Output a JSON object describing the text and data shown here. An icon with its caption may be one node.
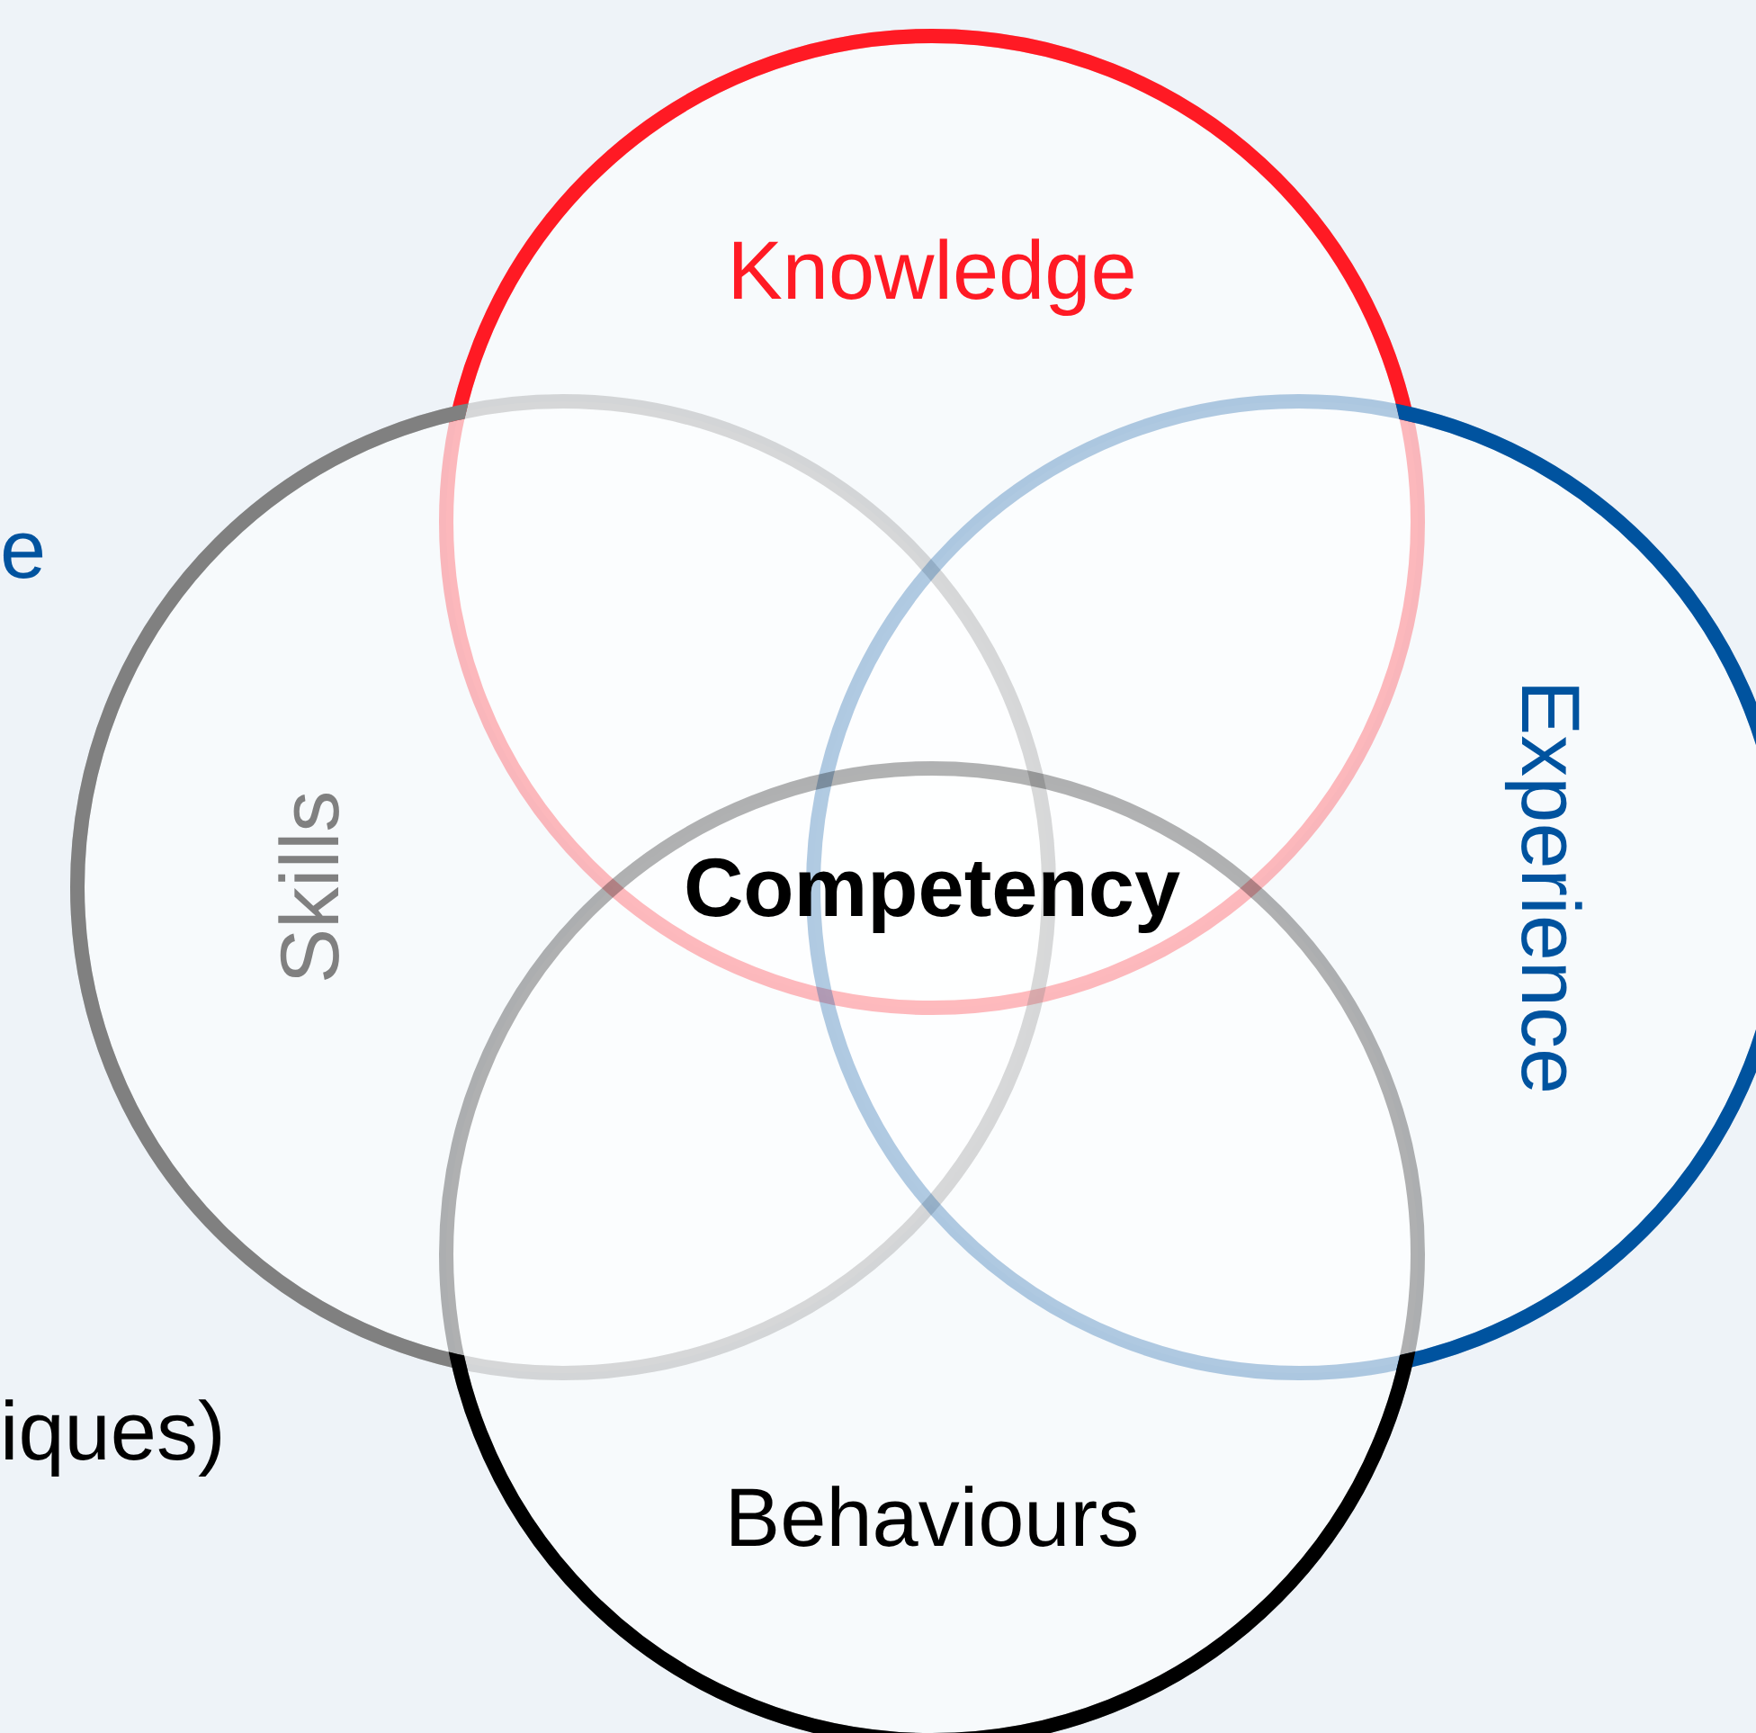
{
  "diagram": {
    "nodes": [
      {
        "text": [
          "Knowledge"
        ]
      },
      {
        "text": [
          "Skills"
        ]
      },
      {
        "text": [
          "Experience"
        ]
      },
      {
        "text": [
          "Behaviours"
        ]
      }
    ],
    "labels": [
      "e",
      "Competency",
      "iques)"
    ]
  }
}
